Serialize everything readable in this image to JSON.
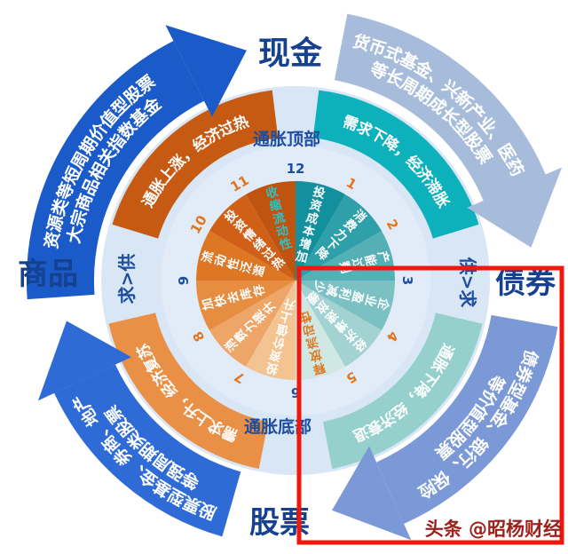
{
  "title": "投资时钟周期图",
  "corners": {
    "top": "现金",
    "right": "债券",
    "bottom": "股票",
    "left": "商品",
    "color": "#16418f"
  },
  "arrows": [
    {
      "name": "commodity-to-cash",
      "color": "#1a5ac9",
      "line1": "资源类等短周期价值型股票",
      "line2": "大宗商品相关指数基金"
    },
    {
      "name": "cash-to-bond",
      "color": "#a6bcda",
      "line1": "货币式基金、兴新产业、医药",
      "line2": "等长周期成长型股票"
    },
    {
      "name": "bond-to-stock",
      "color": "#7b99d6",
      "line1": "债券型基金、银行、保险",
      "line2": "等价值型股票"
    },
    {
      "name": "stock-to-commodity",
      "color": "#2e6bd6",
      "line1": "股票型基金、券商、地产",
      "line2": "等强周期类股票"
    }
  ],
  "phase_arcs": [
    {
      "label": "通胀上涨，经济过热",
      "color": "#c65a12"
    },
    {
      "label": "需求下降，经济滞胀",
      "color": "#0db1bb"
    },
    {
      "label": "通胀下降，经济衰退",
      "color": "#96d0cd"
    },
    {
      "label": "需求上升，经济复苏",
      "color": "#ea9046"
    }
  ],
  "ring_labels": {
    "top": "通胀顶部",
    "bottom": "通胀底部",
    "right": "供>求",
    "left": "求>供",
    "color": "#1d4d9e"
  },
  "clock_numbers": [
    {
      "n": "12",
      "color": "#1d4d9e"
    },
    {
      "n": "1",
      "color": "#e0761f"
    },
    {
      "n": "2",
      "color": "#e0761f"
    },
    {
      "n": "3",
      "color": "#1d4d9e"
    },
    {
      "n": "4",
      "color": "#e0761f"
    },
    {
      "n": "5",
      "color": "#e0761f"
    },
    {
      "n": "6",
      "color": "#1d4d9e"
    },
    {
      "n": "7",
      "color": "#e0761f"
    },
    {
      "n": "8",
      "color": "#e0761f"
    },
    {
      "n": "9",
      "color": "#1d4d9e"
    },
    {
      "n": "10",
      "color": "#e0761f"
    },
    {
      "n": "11",
      "color": "#e0761f"
    }
  ],
  "segments": [
    {
      "label": "投资成本增加",
      "fill": "#12909e",
      "text_color": "#ffffff"
    },
    {
      "label": "消费力下降",
      "fill": "#2f9fa9",
      "text_color": "#ffffff"
    },
    {
      "label": "产能过剩",
      "fill": "#55b0b6",
      "text_color": "#ffffff"
    },
    {
      "label": "企业盈利减少",
      "fill": "#7bc1c3",
      "text_color": "#ffffff"
    },
    {
      "label": "经济增速放缓",
      "fill": "#a2d2d1",
      "text_color": "#ffffff"
    },
    {
      "label": "释放流动性",
      "fill": "#cfe8e3",
      "text_color": "#e0761f"
    },
    {
      "label": "投资价值上升",
      "fill": "#f3c392",
      "text_color": "#ffffff"
    },
    {
      "label": "消费力提升",
      "fill": "#eda668",
      "text_color": "#ffffff"
    },
    {
      "label": "加快去库存",
      "fill": "#e68d41",
      "text_color": "#ffffff"
    },
    {
      "label": "流动性泛滥",
      "fill": "#dd7724",
      "text_color": "#ffffff"
    },
    {
      "label": "投资情绪过热",
      "fill": "#d06018",
      "text_color": "#ffffff"
    },
    {
      "label": "收缩流动性",
      "fill": "#bf5410",
      "text_color": "#2cc3c7"
    }
  ],
  "highlight": {
    "color": "#f2170c"
  },
  "watermark": {
    "text": "头条 @昭杨财经",
    "color": "#9b211d"
  },
  "base_colors": {
    "outer_disc": "#d8e6f5",
    "inner_disc": "#e2ecf9"
  }
}
